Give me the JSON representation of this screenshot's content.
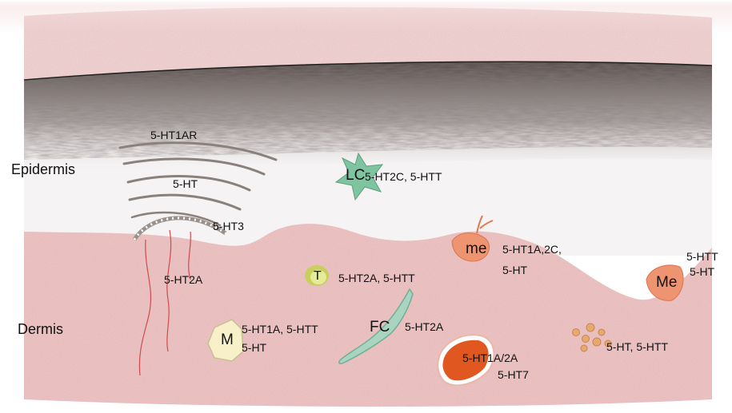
{
  "layers": {
    "epidermis": "Epidermis",
    "dermis": "Dermis"
  },
  "nerve": {
    "receptor_outer": "5-HT1AR",
    "mediator": "5-HT",
    "receptor_ion": "5-HT3",
    "receptor_fiber": "5-HT2A"
  },
  "langerhans": {
    "symbol": "LC",
    "label": "5-HT2C, 5-HTT"
  },
  "melanocyte_epi": {
    "symbol": "me",
    "line1": "5-HT1A,2C,",
    "line2": "5-HT"
  },
  "melanocyte_derm": {
    "symbol": "Me",
    "line1": "5-HTT",
    "line2": "5-HT"
  },
  "t_cell": {
    "symbol": "T",
    "label": "5-HT2A, 5-HTT"
  },
  "macrophage": {
    "symbol": "M",
    "line1": "5-HT1A, 5-HTT",
    "line2": "5-HT"
  },
  "fibroblast": {
    "symbol": "FC",
    "label": "5-HT2A"
  },
  "large_cell": {
    "line1": "5-HT1A/2A",
    "line2": "5-HT7"
  },
  "platelets": {
    "label": "5-HT, 5-HTT"
  },
  "colors": {
    "stratum_corneum": "#f2dada",
    "dark_band": "#5f5552",
    "epidermis_bg": "#f5f3f3",
    "dermis": "#efc9c9",
    "lc_cell": "#7fc4a0",
    "melanocyte": "#ee9470",
    "t_cell": "#d9e08a",
    "macrophage": "#f7f0c8",
    "fibroblast": "#a8d4c0",
    "large_cell": "#e0571f",
    "platelets": "#e6a970"
  }
}
